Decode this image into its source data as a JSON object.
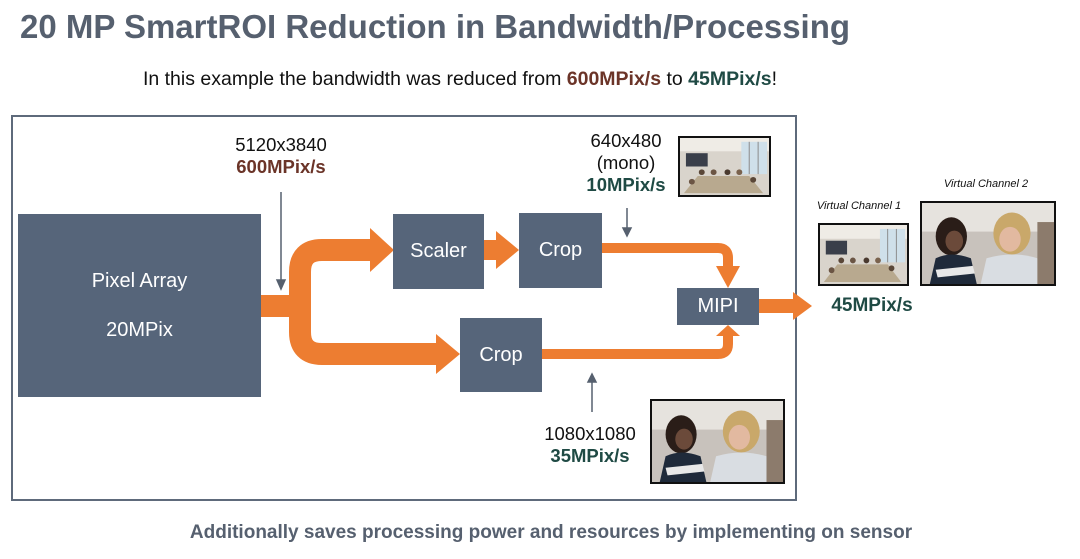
{
  "title": "20 MP SmartROI Reduction in Bandwidth/Processing",
  "subtitle": {
    "prefix": "In this example the bandwidth was reduced from ",
    "from_rate": "600MPix/s",
    "middle": " to ",
    "to_rate": "45MPix/s",
    "suffix": "!"
  },
  "blocks": {
    "pixel_array_name": "Pixel Array",
    "pixel_array_size": "20MPix",
    "scaler": "Scaler",
    "crop_top": "Crop",
    "crop_bottom": "Crop",
    "mipi": "MIPI"
  },
  "labels": {
    "sensor_resolution": "5120x3840",
    "sensor_rate": "600MPix/s",
    "crop_top_resolution": "640x480",
    "crop_top_mode": "(mono)",
    "crop_top_rate": "10MPix/s",
    "crop_bottom_resolution": "1080x1080",
    "crop_bottom_rate": "35MPix/s",
    "output_rate": "45MPix/s",
    "virtual_channel_1": "Virtual Channel 1",
    "virtual_channel_2": "Virtual Channel 2"
  },
  "footer": "Additionally saves processing power and resources by implementing on sensor",
  "colors": {
    "block": "#56657a",
    "arrow": "#ed7d31",
    "title": "#56606f",
    "rate_red": "#6b3428",
    "rate_green": "#1f4a44"
  }
}
